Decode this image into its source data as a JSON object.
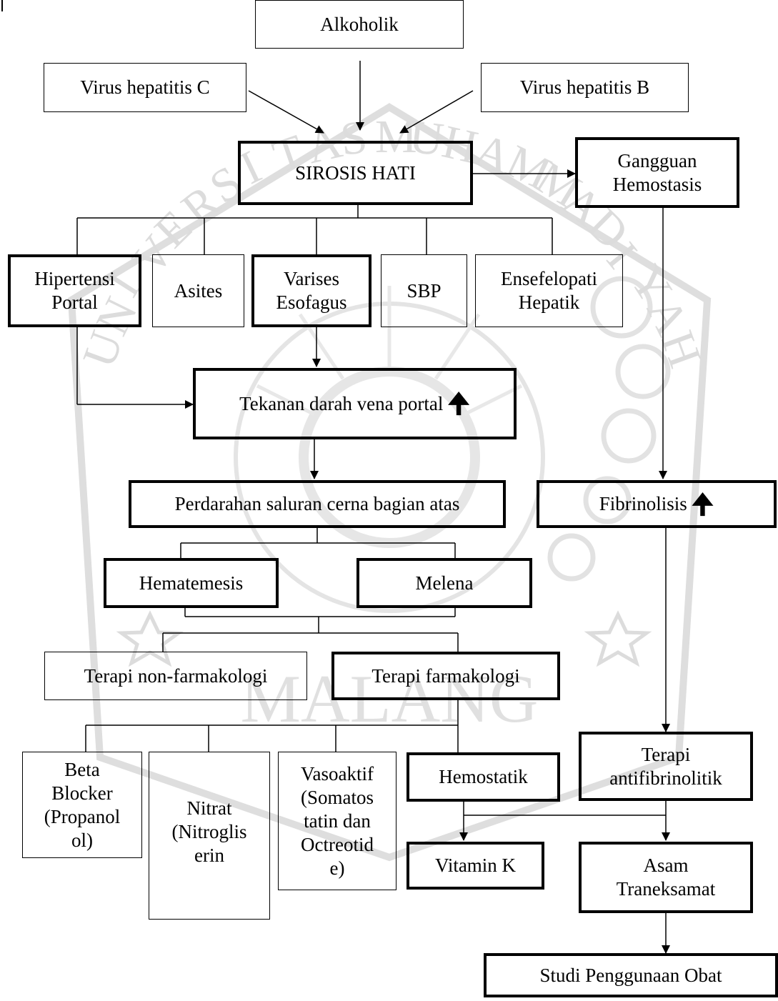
{
  "nodes": {
    "alkoholik": "Alkoholik",
    "hep_c": "Virus hepatitis C",
    "hep_b": "Virus hepatitis B",
    "sirosis": "SIROSIS HATI",
    "gangguan_1": "Gangguan",
    "gangguan_2": "Hemostasis",
    "hipertensi_1": "Hipertensi",
    "hipertensi_2": "Portal",
    "asites": "Asites",
    "varises_1": "Varises",
    "varises_2": "Esofagus",
    "sbp": "SBP",
    "ensefelopati_1": "Ensefelopati",
    "ensefelopati_2": "Hepatik",
    "tekanan": "Tekanan darah vena portal",
    "perdarahan": "Perdarahan saluran cerna bagian atas",
    "fibrinolisis": "Fibrinolisis",
    "hematemesis": "Hematemesis",
    "melena": "Melena",
    "non_farmakologi": "Terapi non-farmakologi",
    "farmakologi": "Terapi farmakologi",
    "beta_1": "Beta",
    "beta_2": "Blocker",
    "beta_3": "(Propanol",
    "beta_4": "ol)",
    "nitrat_1": "Nitrat",
    "nitrat_2": "(Nitroglis",
    "nitrat_3": "erin",
    "vaso_1": "Vasoaktif",
    "vaso_2": "(Somatos",
    "vaso_3": "tatin dan",
    "vaso_4": "Octreotid",
    "vaso_5": "e)",
    "hemostatik": "Hemostatik",
    "antifib_1": "Terapi",
    "antifib_2": "antifibrinolitik",
    "vitamin_k": "Vitamin K",
    "asam_1": "Asam",
    "asam_2": "Traneksamat",
    "studi": "Studi Penggunaan Obat"
  },
  "watermark": {
    "letters": [
      "U",
      "N",
      "I",
      "V",
      "E",
      "R",
      "S",
      "I",
      "T",
      "A",
      "S",
      "M",
      "U",
      "H",
      "A",
      "M",
      "M",
      "A",
      "D",
      "I",
      "Y",
      "A",
      "H"
    ],
    "city": "MALANG"
  },
  "icons": {
    "increase": "up-arrow-icon"
  }
}
